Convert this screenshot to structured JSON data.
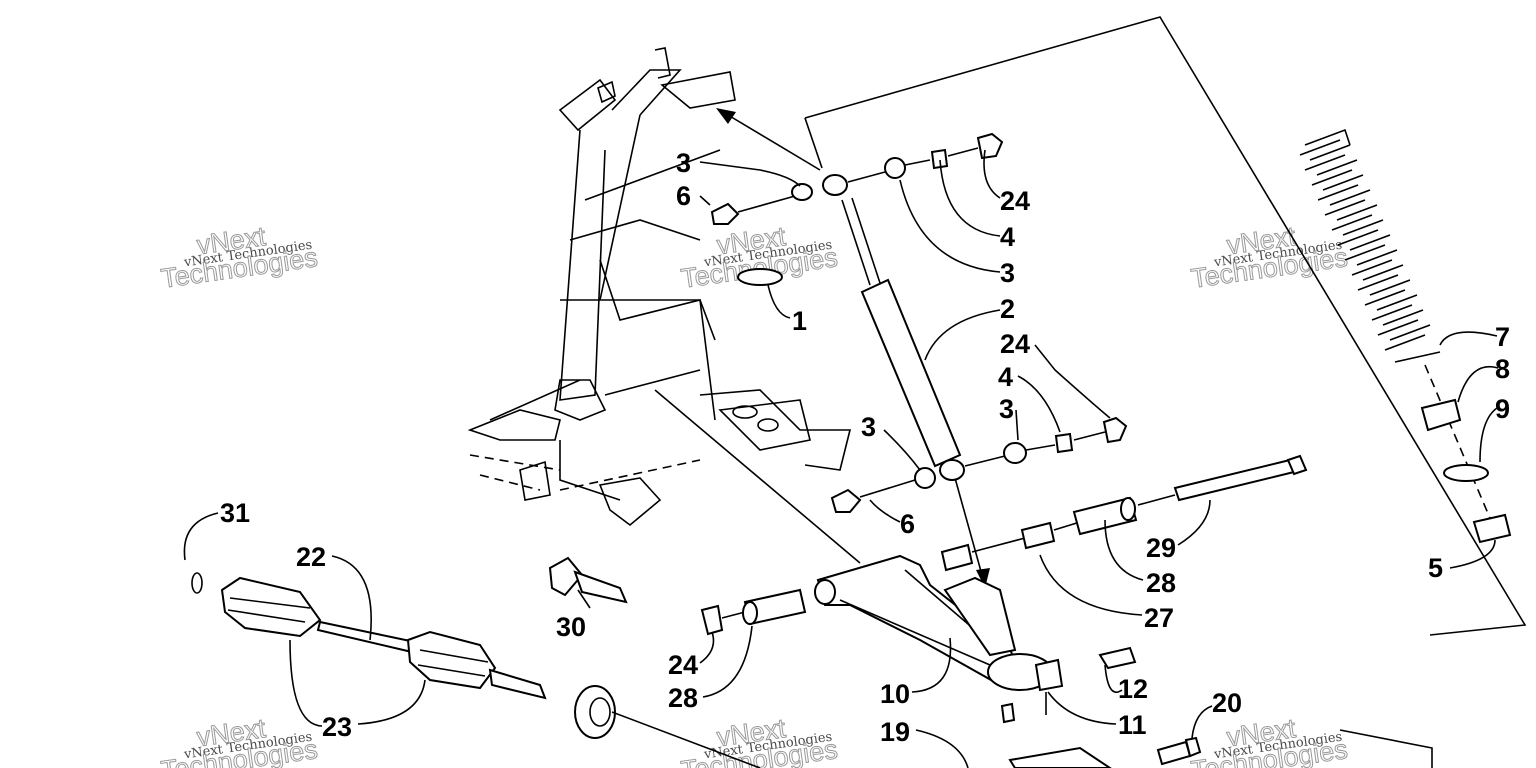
{
  "diagram": {
    "callouts": [
      {
        "id": "c3a",
        "label": "3"
      },
      {
        "id": "c6a",
        "label": "6"
      },
      {
        "id": "c24a",
        "label": "24"
      },
      {
        "id": "c4a",
        "label": "4"
      },
      {
        "id": "c3b",
        "label": "3"
      },
      {
        "id": "c1",
        "label": "1"
      },
      {
        "id": "c2",
        "label": "2"
      },
      {
        "id": "c24b",
        "label": "24"
      },
      {
        "id": "c4b",
        "label": "4"
      },
      {
        "id": "c3c",
        "label": "3"
      },
      {
        "id": "c3d",
        "label": "3"
      },
      {
        "id": "c6b",
        "label": "6"
      },
      {
        "id": "c7",
        "label": "7"
      },
      {
        "id": "c8",
        "label": "8"
      },
      {
        "id": "c9",
        "label": "9"
      },
      {
        "id": "c5",
        "label": "5"
      },
      {
        "id": "c29",
        "label": "29"
      },
      {
        "id": "c28a",
        "label": "28"
      },
      {
        "id": "c27",
        "label": "27"
      },
      {
        "id": "c31",
        "label": "31"
      },
      {
        "id": "c22",
        "label": "22"
      },
      {
        "id": "c30",
        "label": "30"
      },
      {
        "id": "c24c",
        "label": "24"
      },
      {
        "id": "c28b",
        "label": "28"
      },
      {
        "id": "c10",
        "label": "10"
      },
      {
        "id": "c12",
        "label": "12"
      },
      {
        "id": "c11",
        "label": "11"
      },
      {
        "id": "c19",
        "label": "19"
      },
      {
        "id": "c20",
        "label": "20"
      },
      {
        "id": "c23",
        "label": "23"
      }
    ],
    "watermark": {
      "line1": "vNext Technologies",
      "big1": "vNext",
      "big2": "Technologies"
    }
  }
}
